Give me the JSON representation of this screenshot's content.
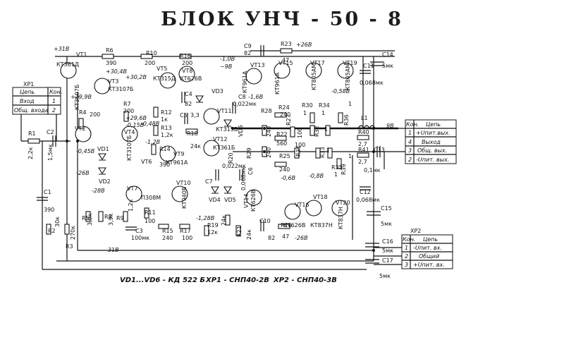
{
  "title": "БЛОК  УНЧ - 50 - 8",
  "footer": {
    "diodes": "VD1...VD6 - КД 522 Б",
    "xp1": "XP1 - СНП40-2В",
    "xp2": "XP2 - СНП40-3В"
  },
  "connectors": {
    "xp1": {
      "name": "XP1",
      "header": [
        "Цепь",
        "Кон."
      ],
      "rows": [
        [
          "Вход",
          "1"
        ],
        [
          "Общ. входа",
          "2"
        ]
      ]
    },
    "output": {
      "header": [
        "Кон.",
        "Цепь"
      ],
      "rows": [
        [
          "1",
          "+Uпит.вых."
        ],
        [
          "4",
          "Выход"
        ],
        [
          "3",
          "Общ. вых."
        ],
        [
          "2",
          "-Uпит. вых."
        ]
      ]
    },
    "xp2": {
      "name": "XP2",
      "header": [
        "Кон.",
        "Цепь"
      ],
      "rows": [
        [
          "1",
          "-Uпит. вх."
        ],
        [
          "2",
          "Общий"
        ],
        [
          "3",
          "+Uпит. вх."
        ]
      ]
    }
  },
  "labels": {
    "transistors": [
      {
        "ref": "VT1",
        "type": "КТ361Д"
      },
      {
        "ref": "VT2",
        "type": "КТ3107Б"
      },
      {
        "ref": "VT3",
        "type": "КТ3107Б"
      },
      {
        "ref": "VT4",
        "type": "КТ3107Б"
      },
      {
        "ref": "VT5",
        "type": "КТ315Д"
      },
      {
        "ref": "VT6",
        "type": "КТ3107Б"
      },
      {
        "ref": "VT7",
        "type": "П308М"
      },
      {
        "ref": "VT8",
        "type": "КТ626В"
      },
      {
        "ref": "VT9",
        "type": "КТ961А"
      },
      {
        "ref": "VT10",
        "type": "КТ940Б"
      },
      {
        "ref": "VT11",
        "type": "КТ315Б"
      },
      {
        "ref": "VT12",
        "type": "КТ361Б"
      },
      {
        "ref": "VT13",
        "type": "КТ961А"
      },
      {
        "ref": "VT14",
        "type": "КТ626В"
      },
      {
        "ref": "VT15",
        "type": "КТ961А"
      },
      {
        "ref": "VT16",
        "type": "КТ626В"
      },
      {
        "ref": "VT17",
        "type": "КТ805АМ"
      },
      {
        "ref": "VT18",
        "type": "КТ837Н"
      },
      {
        "ref": "VT19",
        "type": "КТ805АМ"
      },
      {
        "ref": "VT20",
        "type": "КТ837Н"
      }
    ],
    "resistors": [
      {
        "ref": "R1",
        "value": "2,2к"
      },
      {
        "ref": "R2",
        "value": "30к"
      },
      {
        "ref": "R3",
        "value": "270к"
      },
      {
        "ref": "R4",
        "value": "200"
      },
      {
        "ref": "R5",
        "value": "3,9к"
      },
      {
        "ref": "R6",
        "value": "390"
      },
      {
        "ref": "R7",
        "value": "200"
      },
      {
        "ref": "R8",
        "value": "3,9к"
      },
      {
        "ref": "R9",
        "value": "1,2к"
      },
      {
        "ref": "R10",
        "value": "200"
      },
      {
        "ref": "R11",
        "value": "100"
      },
      {
        "ref": "R12",
        "value": "1к"
      },
      {
        "ref": "R13",
        "value": "1,2к"
      },
      {
        "ref": "R14",
        "value": "390"
      },
      {
        "ref": "R15",
        "value": "240"
      },
      {
        "ref": "R16",
        "value": "200"
      },
      {
        "ref": "R17",
        "value": "100"
      },
      {
        "ref": "R18",
        "value": "24к"
      },
      {
        "ref": "R19",
        "value": "12к"
      },
      {
        "ref": "R20",
        "value": "24к"
      },
      {
        "ref": "R21",
        "value": "24к"
      },
      {
        "ref": "R22",
        "value": "560"
      },
      {
        "ref": "R23",
        "value": "47"
      },
      {
        "ref": "R24",
        "value": "240"
      },
      {
        "ref": "R25",
        "value": "240"
      },
      {
        "ref": "R26",
        "value": "47"
      },
      {
        "ref": "R27",
        "value": "100"
      },
      {
        "ref": "R28",
        "value": "240"
      },
      {
        "ref": "R29",
        "value": "240"
      },
      {
        "ref": "R30",
        "value": "1"
      },
      {
        "ref": "R31",
        "value": "100"
      },
      {
        "ref": "R32",
        "value": "1"
      },
      {
        "ref": "R33",
        "value": "1"
      },
      {
        "ref": "R34",
        "value": "1"
      },
      {
        "ref": "R35",
        "value": "1"
      },
      {
        "ref": "R36",
        "value": "1"
      },
      {
        "ref": "R39",
        "value": "1"
      },
      {
        "ref": "R40",
        "value": "2,7"
      },
      {
        "ref": "R41",
        "value": "2,7"
      }
    ],
    "capacitors": [
      {
        "ref": "C1",
        "value": "390"
      },
      {
        "ref": "C2",
        "value": "1,5мк"
      },
      {
        "ref": "C3",
        "value": "100мк"
      },
      {
        "ref": "C4",
        "value": "82"
      },
      {
        "ref": "C5",
        "value": "3,3"
      },
      {
        "ref": "C6",
        "value": "0,068мк"
      },
      {
        "ref": "C7",
        "value": "0,022мк"
      },
      {
        "ref": "C8",
        "value": "0,022мк"
      },
      {
        "ref": "C9",
        "value": "82"
      },
      {
        "ref": "C10",
        "value": "82"
      },
      {
        "ref": "C11",
        "value": "0,068мк"
      },
      {
        "ref": "C12",
        "value": "0,068мк"
      },
      {
        "ref": "C13",
        "value": "0,1мк"
      },
      {
        "ref": "C14",
        "value": "5мк"
      },
      {
        "ref": "C15",
        "value": "5мк"
      },
      {
        "ref": "C16",
        "value": "5мк"
      },
      {
        "ref": "C17",
        "value": "5мк"
      }
    ],
    "diodes": [
      "VD1",
      "VD2",
      "VD3",
      "VD4",
      "VD5",
      "VD6"
    ],
    "inductor": "L1",
    "voltages": [
      "+31В",
      "-31В",
      "+26В",
      "-26В",
      "+30,4В",
      "+30,2В",
      "+29,9В",
      "+29,6В",
      "-0,45В",
      "-0,48В",
      "-0,15В",
      "-28В",
      "-26В",
      "-1,0В",
      "-1,6В",
      "~9В",
      "9В",
      "-1,2В",
      "-0,8В",
      "-0,58В",
      "-0,6В",
      "-1,28В"
    ]
  }
}
